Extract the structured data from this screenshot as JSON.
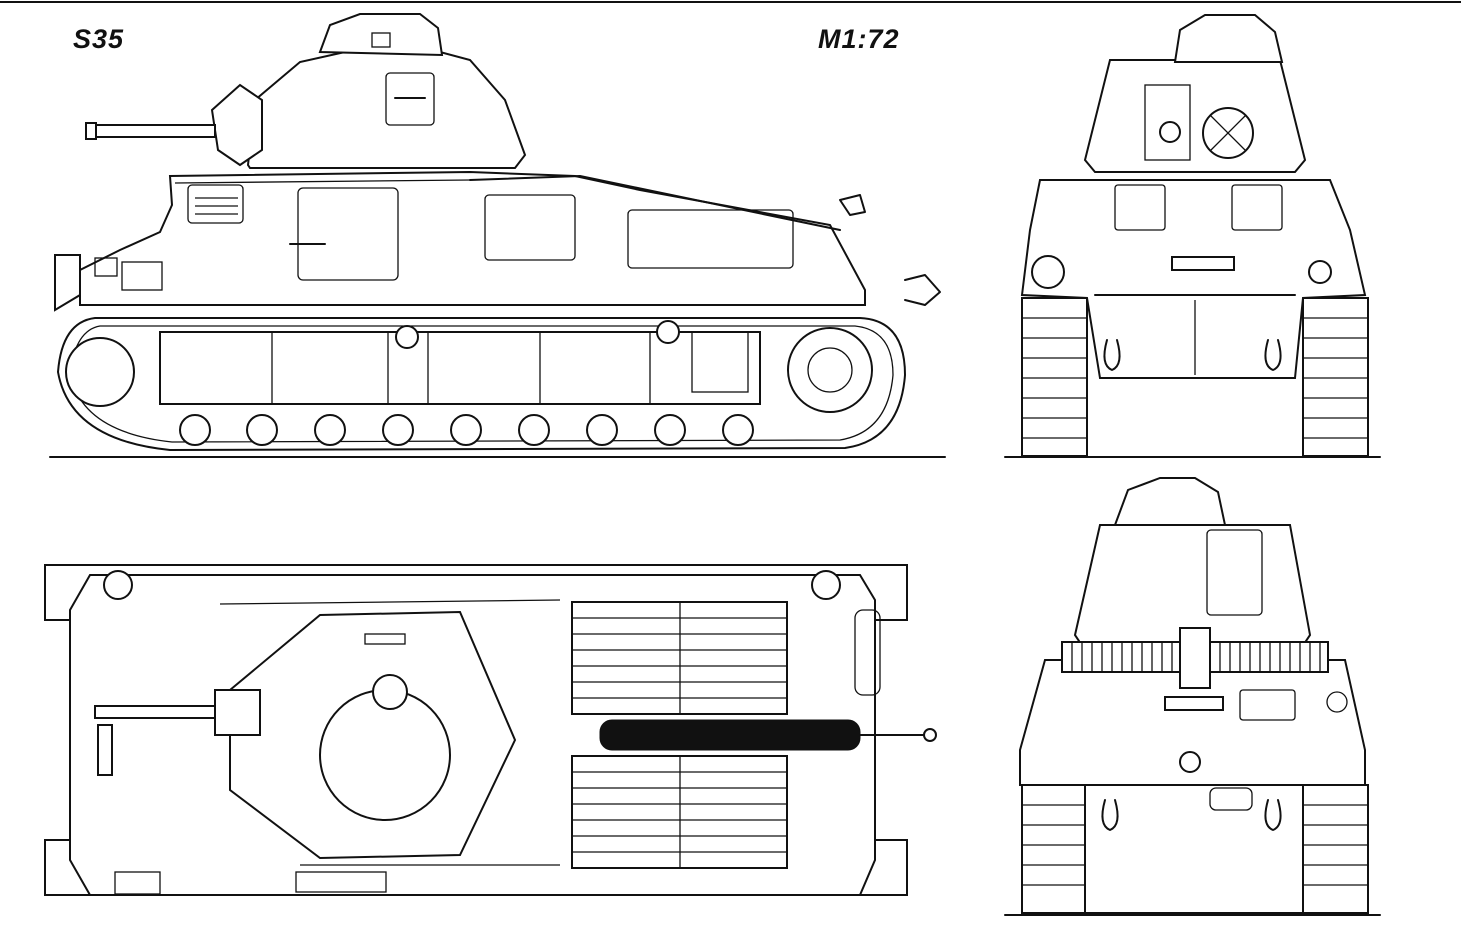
{
  "sheet": {
    "model": "S35",
    "scale": "M1:72"
  },
  "views": [
    {
      "id": "side",
      "name": "side-view"
    },
    {
      "id": "front",
      "name": "front-view"
    },
    {
      "id": "top",
      "name": "top-view"
    },
    {
      "id": "rear",
      "name": "rear-view"
    }
  ],
  "colors": {
    "ink": "#111111",
    "paper": "#ffffff"
  }
}
